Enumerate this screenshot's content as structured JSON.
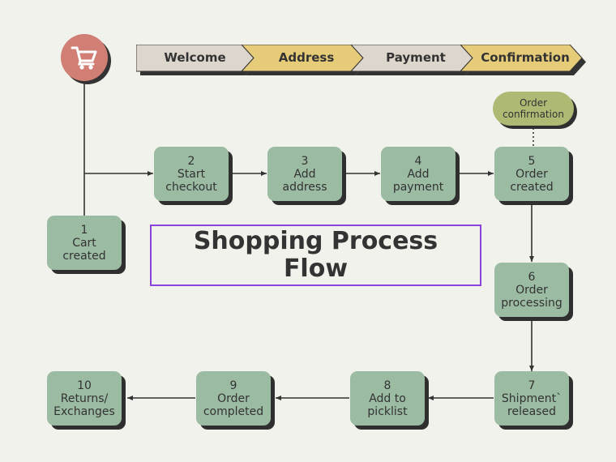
{
  "title": {
    "line1": "Shopping Process",
    "line2": "Flow"
  },
  "stages": [
    "Welcome",
    "Address",
    "Payment",
    "Confirmation"
  ],
  "nodes": [
    {
      "num": "1",
      "line1": "Cart",
      "line2": "created"
    },
    {
      "num": "2",
      "line1": "Start",
      "line2": "checkout"
    },
    {
      "num": "3",
      "line1": "Add",
      "line2": "address"
    },
    {
      "num": "4",
      "line1": "Add",
      "line2": "payment"
    },
    {
      "num": "5",
      "line1": "Order",
      "line2": "created"
    },
    {
      "num": "6",
      "line1": "Order",
      "line2": "processing"
    },
    {
      "num": "7",
      "line1": "Shipment`",
      "line2": "released"
    },
    {
      "num": "8",
      "line1": "Add to",
      "line2": "picklist"
    },
    {
      "num": "9",
      "line1": "Order",
      "line2": "completed"
    },
    {
      "num": "10",
      "line1": "Returns/",
      "line2": "Exchanges"
    }
  ],
  "bubble": {
    "line1": "Order",
    "line2": "confirmation"
  },
  "colors": {
    "background": "#f2f2ec",
    "node": "#9bbba2",
    "stage_light": "#ddd6cc",
    "stage_gold": "#e6cb78",
    "cart_circle": "#d17f74",
    "bubble": "#aeba73",
    "title_border": "#8b44d9"
  },
  "icons": {
    "cart": "shopping-cart-icon"
  }
}
